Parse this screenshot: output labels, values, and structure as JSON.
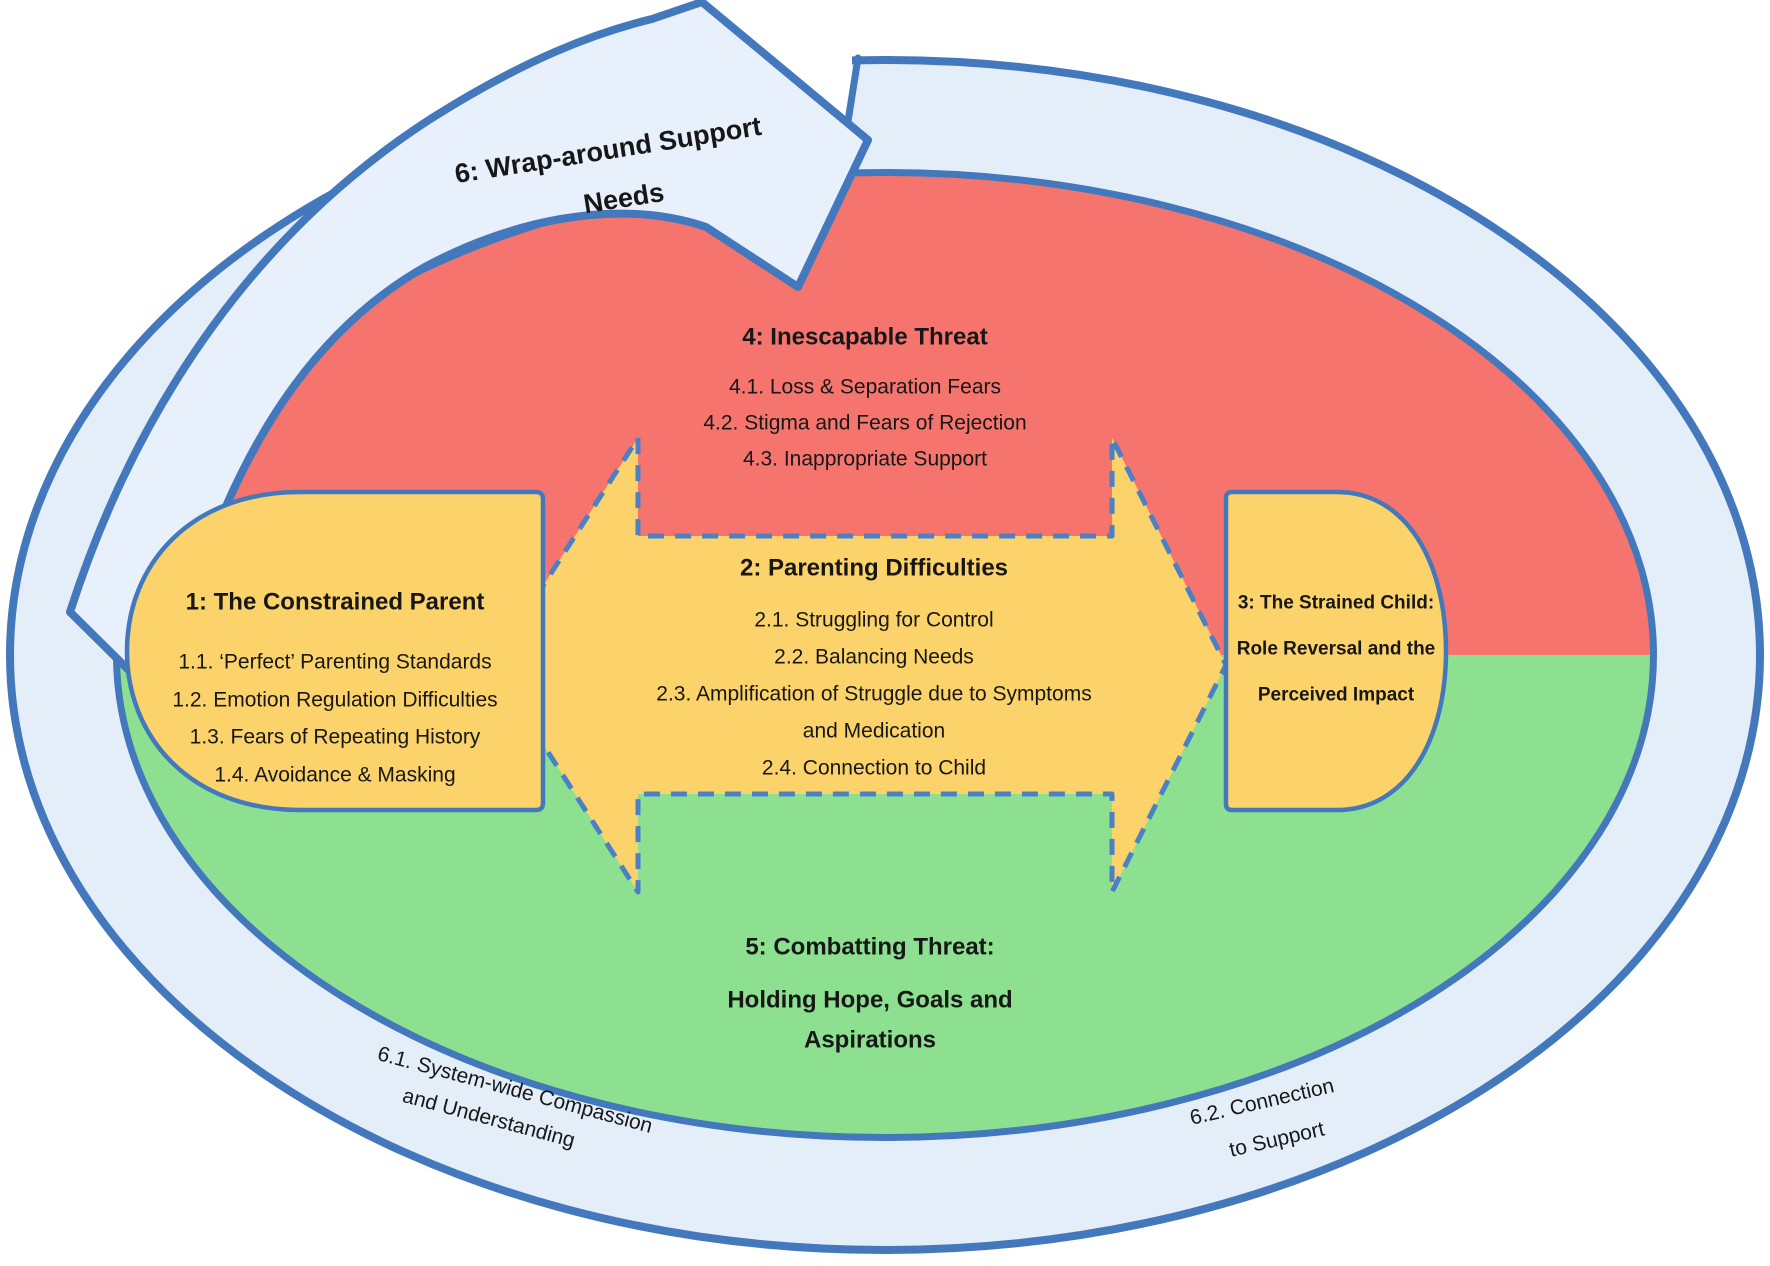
{
  "colors": {
    "ring_fill": "#e4eef9",
    "ring_border": "#4478bd",
    "red_fill": "#f5756e",
    "green_fill": "#8ce08f",
    "yellow_fill": "#fcd36a",
    "dashed_border": "#4a80c6",
    "text": "#171717"
  },
  "ring": {
    "label_line1": "6: Wrap-around Support",
    "label_line2": "Needs",
    "sub1_line1": "6.1. System-wide Compassion",
    "sub1_line2": "and Understanding",
    "sub2_line1": "6.2. Connection",
    "sub2_line2": "to Support"
  },
  "threat": {
    "title": "4: Inescapable Threat",
    "items": [
      "4.1. Loss & Separation Fears",
      "4.2. Stigma and Fears of Rejection",
      "4.3. Inappropriate Support"
    ]
  },
  "parenting": {
    "title": "2: Parenting Difficulties",
    "items": [
      "2.1. Struggling for Control",
      "2.2. Balancing Needs",
      "2.3. Amplification of Struggle due to Symptoms",
      "and Medication",
      "2.4. Connection to Child"
    ]
  },
  "combatting": {
    "title": "5: Combatting Threat:",
    "line2": "Holding Hope, Goals and",
    "line3": "Aspirations"
  },
  "parent_box": {
    "title": "1: The Constrained Parent",
    "items": [
      "1.1. ‘Perfect’ Parenting Standards",
      "1.2. Emotion Regulation Difficulties",
      "1.3. Fears of Repeating History",
      "1.4. Avoidance & Masking"
    ]
  },
  "child_box": {
    "line1": "3: The Strained Child:",
    "line2": "Role Reversal and the",
    "line3": "Perceived Impact"
  }
}
